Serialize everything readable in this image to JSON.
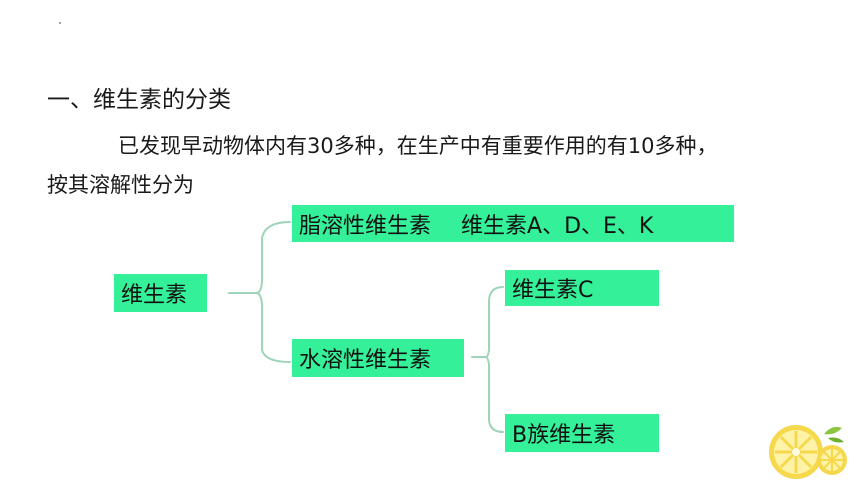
{
  "heading": "一、维生素的分类",
  "paragraph": {
    "line1": "已发现早动物体内有30多种，在生产中有重要作用的有10多种，",
    "line2": "按其溶解性分为"
  },
  "tree": {
    "root": "维生素",
    "fat_soluble": {
      "label": "脂溶性维生素",
      "members": "维生素A、D、E、K"
    },
    "water_soluble": {
      "label": "水溶性维生素"
    },
    "vitamin_c": "维生素C",
    "vitamin_b": "B族维生素"
  },
  "colors": {
    "box": "#33f099",
    "bracket": "#9fd4b8",
    "lemon": "#f6d84c"
  },
  "decoration": {
    "icon": "lemon-slice-icon"
  }
}
